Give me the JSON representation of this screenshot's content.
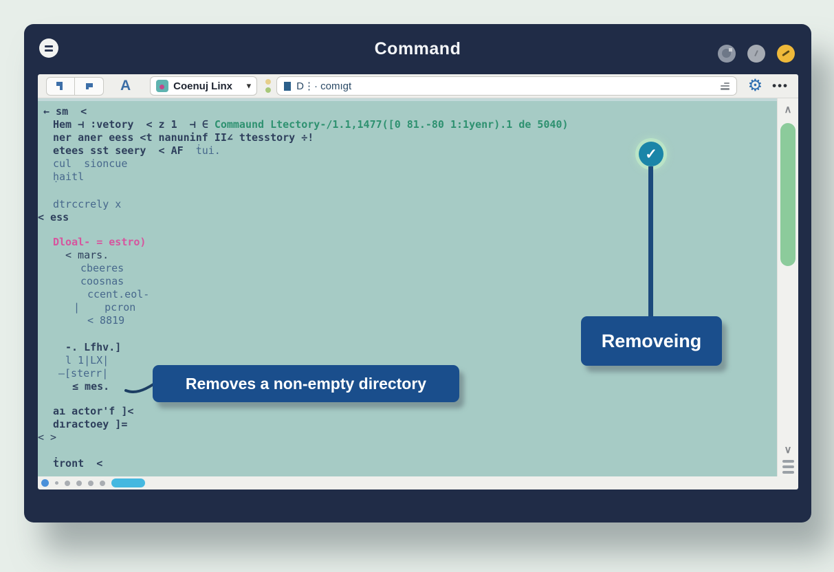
{
  "window": {
    "title": "Command",
    "buttons": [
      {
        "name": "window-button-disc",
        "color": "#8f97a5",
        "glyph": "disc-icon"
      },
      {
        "name": "window-button-dial",
        "color": "#a6abb3",
        "glyph": "dial-icon"
      },
      {
        "name": "window-button-clock",
        "color": "#efb93a",
        "glyph": "clock-hand-icon"
      }
    ]
  },
  "toolbar": {
    "font_button": "A",
    "app_selector": {
      "label": "Coenuj Linx",
      "chevron": "▾"
    },
    "address": {
      "value": "D⋮· comıgt"
    },
    "menu_dots": "•••"
  },
  "terminal": {
    "lines": [
      {
        "indent": 8,
        "seg": [
          {
            "t": "← sm  <",
            "c": "dark",
            "b": true
          }
        ]
      },
      {
        "indent": 22,
        "seg": [
          {
            "t": "Hem ⊣ ∶vetory  < z 1  ⊣ ∈ ",
            "c": "dark",
            "b": true
          },
          {
            "t": "Commaund Ltectory-/1.1,1477([0 81.-80 1:1yenr).1 de 5040)",
            "c": "green",
            "b": true
          }
        ]
      },
      {
        "indent": 22,
        "seg": [
          {
            "t": "ner aner eess <t nanuninf II∠ ttesstory ÷!",
            "c": "dark",
            "b": true
          }
        ]
      },
      {
        "indent": 22,
        "seg": [
          {
            "t": "etees sst seery  < AF  ",
            "c": "dark",
            "b": true
          },
          {
            "t": "ṫui.",
            "c": "med"
          }
        ]
      },
      {
        "indent": 22,
        "seg": [
          {
            "t": "cul  sioncue",
            "c": "med"
          }
        ]
      },
      {
        "indent": 22,
        "seg": [
          {
            "t": "ḥaitl",
            "c": "med"
          }
        ]
      },
      {
        "indent": 22,
        "gap": 21,
        "seg": [
          {
            "t": "dtrccrely x",
            "c": "med"
          }
        ]
      },
      {
        "indent": 0,
        "seg": [
          {
            "t": "< ess",
            "c": "dark",
            "b": true
          }
        ]
      },
      {
        "indent": 22,
        "gap": 17,
        "seg": [
          {
            "t": "Dloal- = estro)",
            "c": "pink",
            "b": true
          }
        ]
      },
      {
        "indent": 40,
        "seg": [
          {
            "t": "< mars.",
            "c": "dark"
          }
        ]
      },
      {
        "indent": 62,
        "seg": [
          {
            "t": "cbeeres",
            "c": "med"
          }
        ]
      },
      {
        "indent": 62,
        "seg": [
          {
            "t": "coosnas",
            "c": "med"
          }
        ]
      },
      {
        "indent": 72,
        "seg": [
          {
            "t": "ccent.eol-",
            "c": "med"
          }
        ]
      },
      {
        "indent": 52,
        "seg": [
          {
            "t": "|    pcron",
            "c": "med"
          }
        ]
      },
      {
        "indent": 72,
        "seg": [
          {
            "t": "< 8819",
            "c": "med"
          }
        ]
      },
      {
        "indent": 40,
        "gap": 20,
        "seg": [
          {
            "t": "-. Lfhv.]",
            "c": "dark",
            "b": true
          }
        ]
      },
      {
        "indent": 40,
        "seg": [
          {
            "t": "l 1|LX|",
            "c": "med"
          }
        ]
      },
      {
        "indent": 30,
        "seg": [
          {
            "t": "—[sterr|",
            "c": "med"
          }
        ]
      },
      {
        "indent": 50,
        "seg": [
          {
            "t": "≤ mes.",
            "c": "dark",
            "b": true
          }
        ]
      },
      {
        "indent": 22,
        "gap": 17,
        "seg": [
          {
            "t": "aı actor'f ]<",
            "c": "dark",
            "b": true
          }
        ]
      },
      {
        "indent": 22,
        "seg": [
          {
            "t": "dıractoey ]=",
            "c": "dark",
            "b": true
          }
        ]
      },
      {
        "indent": 0,
        "seg": [
          {
            "t": "< >",
            "c": "dark"
          }
        ]
      },
      {
        "indent": 22,
        "gap": 19,
        "seg": [
          {
            "t": "ṫront  <",
            "c": "dark",
            "b": true
          }
        ]
      }
    ]
  },
  "callouts": {
    "directory_note": {
      "label": "Removes a non-empty directory"
    },
    "removing": {
      "label": "Removeing",
      "check_glyph": "✓"
    }
  },
  "statusbar": {
    "dots": [
      {
        "k": "active",
        "s": 11
      },
      {
        "k": "dot",
        "s": 5
      },
      {
        "k": "dot",
        "s": 8
      },
      {
        "k": "dot",
        "s": 8
      },
      {
        "k": "dot",
        "s": 8
      },
      {
        "k": "dot",
        "s": 8
      },
      {
        "k": "pill",
        "w": 49
      }
    ]
  },
  "colors": {
    "text": {
      "dark": "#2e3f5c",
      "med": "#47688c",
      "light": "#5e83a6",
      "green": "#2e9170",
      "pink": "#d6559e"
    },
    "accent_blue": "#1a4e8c",
    "check_teal": "#1a85a8",
    "line_navy": "#1c4a7c",
    "thumb_green": "#8ccb9b",
    "pill_cyan": "#45b8e0",
    "dot_blue": "#4a90d9",
    "titlebar_navy": "#202c47"
  }
}
